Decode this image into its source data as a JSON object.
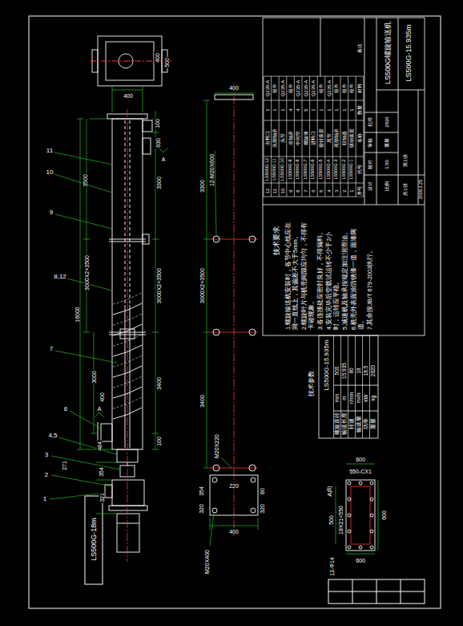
{
  "diagram": {
    "labels": [
      "400",
      "500",
      "400",
      "100",
      "630",
      "A",
      "3300",
      "3000X2+3500",
      "3400",
      "100",
      "3500",
      "16000",
      "3000X2+3500",
      "3000",
      "400",
      "A",
      "484",
      "271",
      "354",
      "321",
      "11",
      "10",
      "9",
      "8,12",
      "7",
      "6",
      "4,5",
      "3",
      "2",
      "1",
      "LS500G-18m",
      "400",
      "12-M20X600",
      "3300",
      "3000X2+3500",
      "3400",
      "M20X220",
      "354",
      "320",
      "220",
      "80",
      "320",
      "400",
      "M20X400",
      "技术要求",
      "1.螺旋输送机安装时，各节中心线应在同一直线上，其偏差不大于5mm。",
      "2.螺旋叶片与机壳间隙应均匀，不得有卡碰现象。",
      "3.各连接处应密封良好，不得漏料。",
      "4.安装完毕后空载试运转不少于2小时，运转应平稳。",
      "5.减速机及轴承按规定加注润滑油。",
      "6.机壳外表面涂防锈漆一道，面漆两道。",
      "7.其余按JB/T 679-2003执行。",
      "序号",
      "代号",
      "名称",
      "数量",
      "材料",
      "备注",
      "1",
      "LS500G-1",
      "驱动装置",
      "1",
      "组件",
      "2",
      "LS500G-2",
      "联轴器",
      "1",
      "组件",
      "3",
      "LS500G-3",
      "尾部轴承",
      "1",
      "组件",
      "4",
      "LS500G-4",
      "尾节",
      "1",
      "Q235-A",
      "5",
      "LS500G-5",
      "密封装置",
      "1",
      "组件",
      "6",
      "LS500G-6",
      "进料口",
      "1",
      "Q235-A",
      "7",
      "LS500G-7",
      "螺旋体",
      "5",
      "Q235-A",
      "8",
      "LS500G-8",
      "中间节",
      "4",
      "Q235-A",
      "9",
      "LS500G-9",
      "吊轴承",
      "4",
      "组件",
      "10",
      "LS500G-10",
      "头节",
      "1",
      "Q235-A",
      "11",
      "LS500G-11",
      "头部轴承",
      "1",
      "组件",
      "12",
      "LS500G-12",
      "出料口",
      "1",
      "Q235-A",
      "LS500G螺旋输送机",
      "LS500G-15.935m",
      "设计",
      "校对",
      "审核",
      "批准",
      "比例",
      "1:50",
      "重量",
      "2820",
      "共1张",
      "第1张",
      "2009.2.25",
      "技术参数",
      "LS500G-15.935m",
      "螺旋直径",
      "mm",
      "500",
      "输送长度",
      "m",
      "15.935",
      "转速",
      "r/min",
      "80",
      "输送量",
      "m³/h",
      "18",
      "功率",
      "kW",
      "18.5",
      "重量",
      "kg",
      "2820",
      "A向",
      "600",
      "550-CX1",
      "500",
      "18X21=550",
      "12-Φ14",
      "600",
      "600"
    ]
  }
}
